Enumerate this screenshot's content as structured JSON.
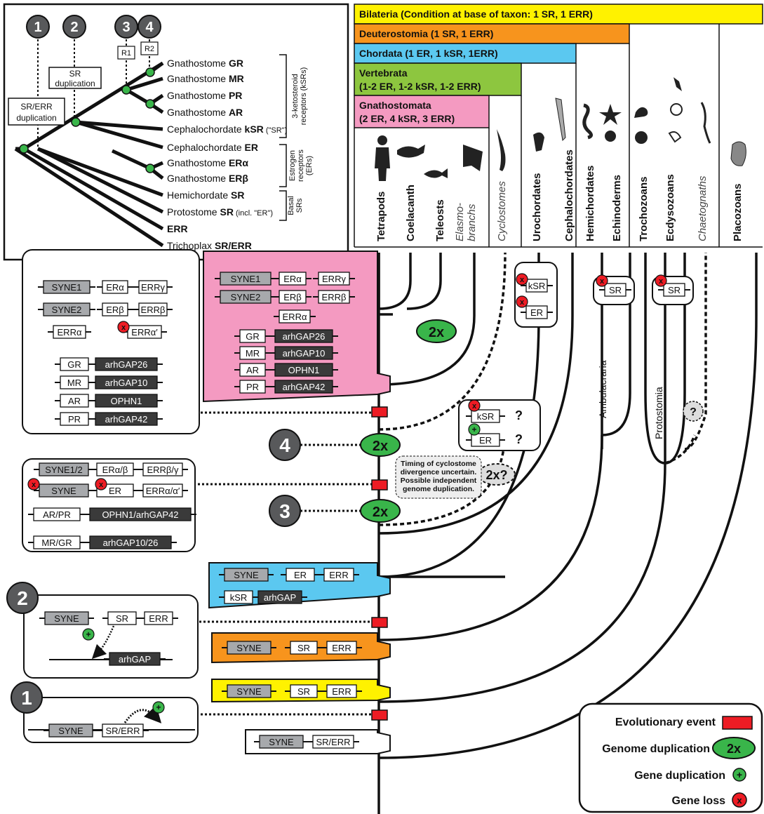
{
  "colors": {
    "yellow": "#fff200",
    "orange": "#f7941d",
    "blue": "#5bc8f0",
    "green": "#8dc63f",
    "pink": "#f49ac1",
    "gray": "#a7a9ac",
    "dark": "#3a3a3a",
    "event": "#ed1c24",
    "dup": "#39b54a",
    "loss": "#ed1c24",
    "circle": "#58595b"
  },
  "inset": {
    "steps": [
      "1",
      "2",
      "3",
      "4"
    ],
    "labels": {
      "srerr": [
        "SR/ERR",
        "duplication"
      ],
      "srdup": [
        "SR",
        "duplication"
      ],
      "r1": "R1",
      "r2": "R2"
    },
    "genes": [
      {
        "pre": "Gnathostome ",
        "bold": "GR",
        "post": ""
      },
      {
        "pre": "Gnathostome ",
        "bold": "MR",
        "post": ""
      },
      {
        "pre": "Gnathostome ",
        "bold": "PR",
        "post": ""
      },
      {
        "pre": "Gnathostome ",
        "bold": "AR",
        "post": ""
      },
      {
        "pre": "Cephalochordate ",
        "bold": "kSR",
        "post": " (\"SR\")"
      },
      {
        "pre": "Cephalochordate ",
        "bold": "ER",
        "post": ""
      },
      {
        "pre": "Gnathostome ",
        "bold": "ERα",
        "post": ""
      },
      {
        "pre": "Gnathostome ",
        "bold": "ERβ",
        "post": ""
      },
      {
        "pre": "Hemichordate ",
        "bold": "SR",
        "post": ""
      },
      {
        "pre": "Protostome ",
        "bold": "SR",
        "post": " (incl. \"ER\")"
      },
      {
        "pre": "",
        "bold": "ERR",
        "post": ""
      },
      {
        "pre": "Trichoplax ",
        "bold": "SR/ERR",
        "post": ""
      }
    ],
    "groups": [
      [
        "3-ketosteroid",
        "receptors (kSRs)"
      ],
      [
        "Estrogen",
        "receptors",
        "(ERs)"
      ],
      [
        "Basal",
        "SRs"
      ]
    ]
  },
  "taxa": {
    "bilateria": "Bilateria (Condition at base of taxon:  1 SR, 1 ERR)",
    "deuterostomia": "Deuterostomia (1 SR, 1 ERR)",
    "chordata": "Chordata (1 ER, 1 kSR, 1ERR)",
    "vertebrata": [
      "Vertebrata",
      "(1-2 ER, 1-2 kSR, 1-2 ERR)"
    ],
    "gnathostomata": [
      "Gnathostomata",
      "(2 ER, 4 kSR, 3 ERR)"
    ]
  },
  "species": [
    {
      "name": "Tetrapods",
      "style": "bold"
    },
    {
      "name": "Coelacanth",
      "style": "bold"
    },
    {
      "name": "Teleosts",
      "style": "bold"
    },
    {
      "name": "Elasmo-",
      "name2": "branchs",
      "style": "italic"
    },
    {
      "name": "Cyclostomes",
      "style": "italic"
    },
    {
      "name": "Urochordates",
      "style": "bold"
    },
    {
      "name": "Cephalochordates",
      "style": "bold"
    },
    {
      "name": "Hemichordates",
      "style": "bold"
    },
    {
      "name": "Echinoderms",
      "style": "bold"
    },
    {
      "name": "Trochozoans",
      "style": "bold"
    },
    {
      "name": "Ecdysozoans",
      "style": "bold"
    },
    {
      "name": "Chaetognaths",
      "style": "italic"
    },
    {
      "name": "Placozoans",
      "style": "bold"
    }
  ],
  "clades": {
    "ambulacraria": "Ambulacraria",
    "protostomia": "Protostomia"
  },
  "events": {
    "dup": "2x",
    "dupq": "2x?",
    "q": "?",
    "step3": "3",
    "step4": "4",
    "step2": "2",
    "step1": "1"
  },
  "note": [
    "Timing of cyclostome",
    "divergence uncertain.",
    "Possible independent",
    "genome duplication."
  ],
  "boxes": {
    "left1": [
      [
        "SYNE1",
        "ERα",
        "ERRγ"
      ],
      [
        "SYNE2",
        "ERβ",
        "ERRβ"
      ],
      [
        "ERRα",
        "ERRα′"
      ],
      [
        "GR",
        "arhGAP26"
      ],
      [
        "MR",
        "arhGAP10"
      ],
      [
        "AR",
        "OPHN1"
      ],
      [
        "PR",
        "arhGAP42"
      ]
    ],
    "left2": [
      [
        "SYNE1/2",
        "ERα/β",
        "ERRβ/γ"
      ],
      [
        "SYNE",
        "ER",
        "ERRα/α′"
      ],
      [
        "AR/PR",
        "OPHN1/arhGAP42"
      ],
      [
        "MR/GR",
        "arhGAP10/26"
      ]
    ],
    "pink": [
      [
        "SYNE1",
        "ERα",
        "ERRγ"
      ],
      [
        "SYNE2",
        "ERβ",
        "ERRβ"
      ],
      [
        "ERRα"
      ],
      [
        "GR",
        "arhGAP26"
      ],
      [
        "MR",
        "arhGAP10"
      ],
      [
        "AR",
        "OPHN1"
      ],
      [
        "PR",
        "arhGAP42"
      ]
    ],
    "blue": [
      [
        "SYNE",
        "ER",
        "ERR"
      ],
      [
        "kSR",
        "arhGAP"
      ]
    ],
    "orange": [
      "SYNE",
      "SR",
      "ERR"
    ],
    "yellow": [
      "SYNE",
      "SR",
      "ERR"
    ],
    "white": [
      "SYNE",
      "SR/ERR"
    ],
    "step2": [
      [
        "SYNE",
        "SR",
        "ERR"
      ],
      [
        "arhGAP"
      ]
    ],
    "step1": [
      "SYNE",
      "SR/ERR"
    ],
    "uro": [
      "kSR",
      "ER"
    ],
    "amb": "SR",
    "pro": "SR",
    "cyc": [
      "kSR",
      "ER"
    ]
  },
  "legend": {
    "event": "Evolutionary event",
    "genome": "Genome duplication",
    "gene": "Gene duplication",
    "loss": "Gene loss",
    "dup": "2x"
  }
}
